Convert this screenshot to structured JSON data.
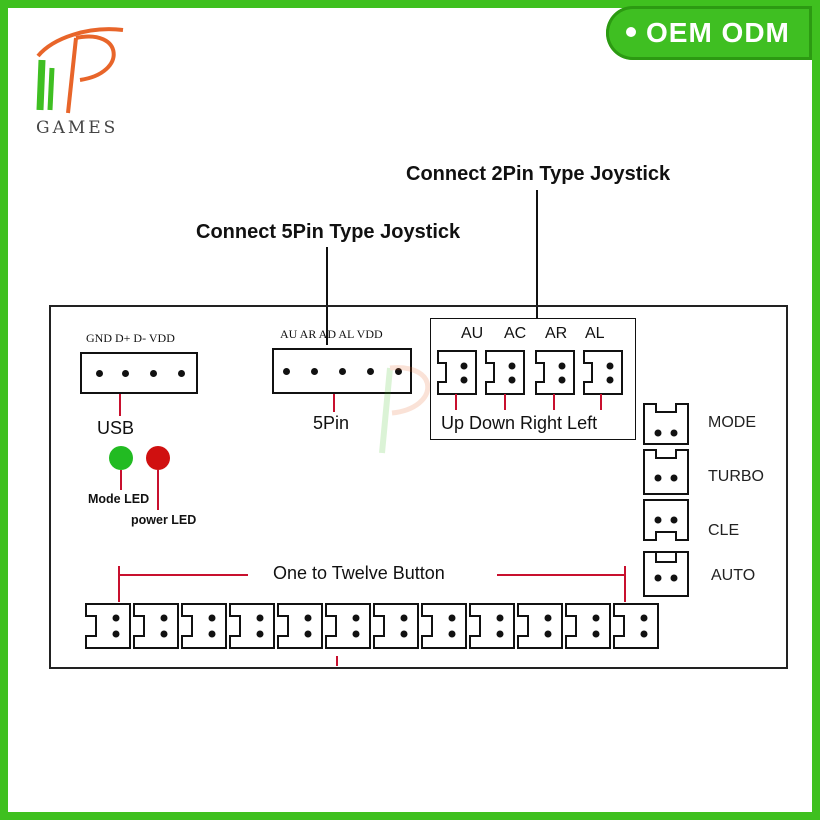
{
  "badge": {
    "text": "OEM ODM"
  },
  "logo": {
    "text": "GAMES"
  },
  "headings": {
    "two_pin": "Connect 2Pin Type Joystick",
    "five_pin": "Connect 5Pin Type Joystick"
  },
  "usb": {
    "pins": "GND D+ D- VDD",
    "label": "USB"
  },
  "five_pin": {
    "pins": "AU AR AD AL VDD",
    "label": "5Pin"
  },
  "two_pin": {
    "pins": [
      "AU",
      "AC",
      "AR",
      "AL"
    ],
    "label": "Up Down Right Left"
  },
  "leds": {
    "mode": "Mode LED",
    "power": "power LED",
    "mode_color": "#22bb22",
    "power_color": "#d01010"
  },
  "switches": [
    "MODE",
    "TURBO",
    "CLE",
    "AUTO"
  ],
  "buttons": {
    "label": "One to Twelve Button",
    "count": 12
  },
  "colors": {
    "frame": "#3fc01f",
    "lead_line": "#c8102e"
  }
}
